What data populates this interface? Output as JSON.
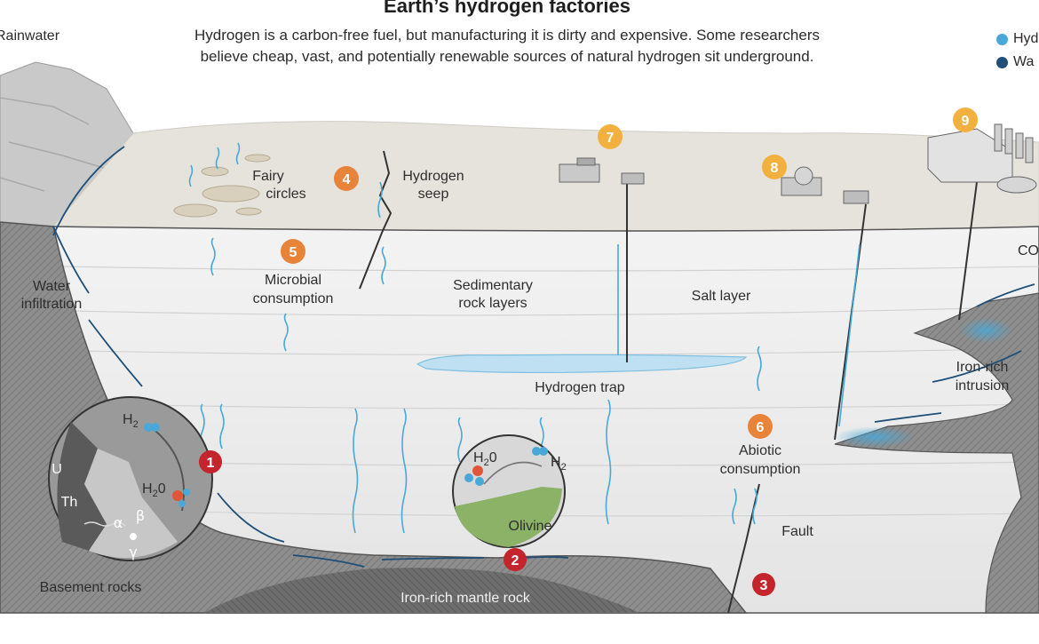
{
  "title": "Earth’s hydrogen factories",
  "subtitle_line1": "Hydrogen is a carbon-free fuel, but manufacturing it is dirty and expensive. Some researchers",
  "subtitle_line2": "believe cheap, vast, and potentially renewable sources of natural hydrogen sit underground.",
  "corner_label": "Rainwater",
  "legend": [
    {
      "label": "Hyd",
      "color": "#4aa8d8"
    },
    {
      "label": "Wa",
      "color": "#1f4f78"
    }
  ],
  "labels": {
    "fairy_circles_1": "Fairy",
    "fairy_circles_2": "circles",
    "hydrogen_seep_1": "Hydrogen",
    "hydrogen_seep_2": "seep",
    "microbial_1": "Microbial",
    "microbial_2": "consumption",
    "water_infiltration_1": "Water",
    "water_infiltration_2": "infiltration",
    "sedimentary_1": "Sedimentary",
    "sedimentary_2": "rock layers",
    "salt_layer": "Salt layer",
    "hydrogen_trap": "Hydrogen trap",
    "iron_intrusion_1": "Iron-rich",
    "iron_intrusion_2": "intrusion",
    "co_label": "CO",
    "abiotic_1": "Abiotic",
    "abiotic_2": "consumption",
    "fault": "Fault",
    "basement_rocks": "Basement rocks",
    "mantle_rock": "Iron-rich mantle rock",
    "olivine": "Olivine",
    "u": "U",
    "th": "Th",
    "alpha": "α",
    "beta": "β",
    "gamma": "γ",
    "h2_a": "H",
    "h2_a_sub": "2",
    "h2o_a": "H",
    "h2o_a_sub": "2",
    "h2o_a_end": "0",
    "h2o_b": "H",
    "h2o_b_sub": "2",
    "h2o_b_end": "0",
    "h2_b": "H",
    "h2_b_sub": "2"
  },
  "markers": [
    {
      "n": "1",
      "color": "#c4242b"
    },
    {
      "n": "2",
      "color": "#c4242b"
    },
    {
      "n": "3",
      "color": "#c4242b"
    },
    {
      "n": "4",
      "color": "#e8833a"
    },
    {
      "n": "5",
      "color": "#e8833a"
    },
    {
      "n": "6",
      "color": "#e8833a"
    },
    {
      "n": "7",
      "color": "#f2b13f"
    },
    {
      "n": "8",
      "color": "#f2b13f"
    },
    {
      "n": "9",
      "color": "#f2b13f"
    }
  ],
  "colors": {
    "hydrogen": "#4aa8d8",
    "water": "#1f4f78",
    "surface": "#e8e6e1",
    "sediment": "#eeeeee",
    "rock": "#8a8a8a",
    "olivine": "#8bb267"
  }
}
